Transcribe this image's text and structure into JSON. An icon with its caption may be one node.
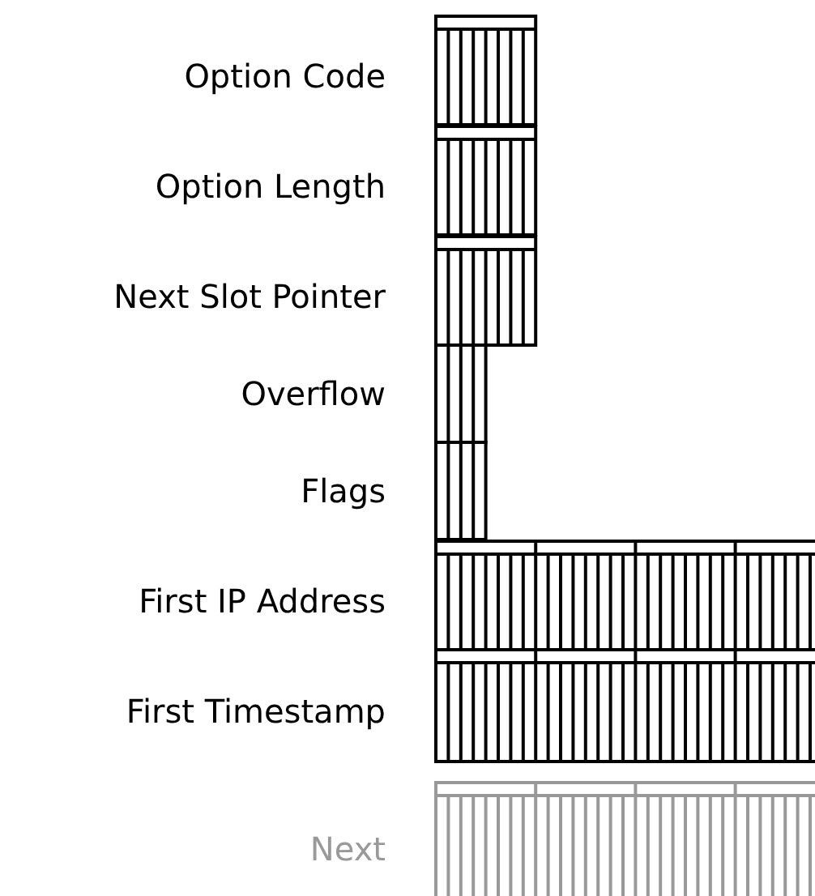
{
  "diagram": {
    "labels": [
      "Option Code",
      "Option Length",
      "Next Slot Pointer",
      "Overflow",
      "Flags",
      "First IP Address",
      "First Timestamp",
      "Next"
    ]
  }
}
